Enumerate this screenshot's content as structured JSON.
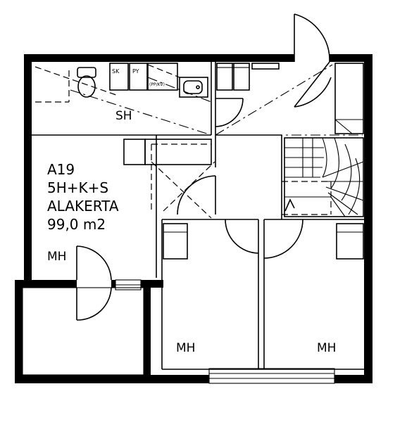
{
  "plan": {
    "apartment_id": "A19",
    "apartment_type": "5H+K+S",
    "floor_name": "ALAKERTA",
    "area": "99,0 m2"
  },
  "rooms": {
    "sauna_label": "SH",
    "bedroom_left_label": "MH",
    "bedroom_bottom_left_label": "MH",
    "bedroom_bottom_right_label": "MH"
  },
  "fixtures": {
    "sk_label": "SK",
    "py_label": "PY",
    "kv_label": "(PP/KV)"
  }
}
